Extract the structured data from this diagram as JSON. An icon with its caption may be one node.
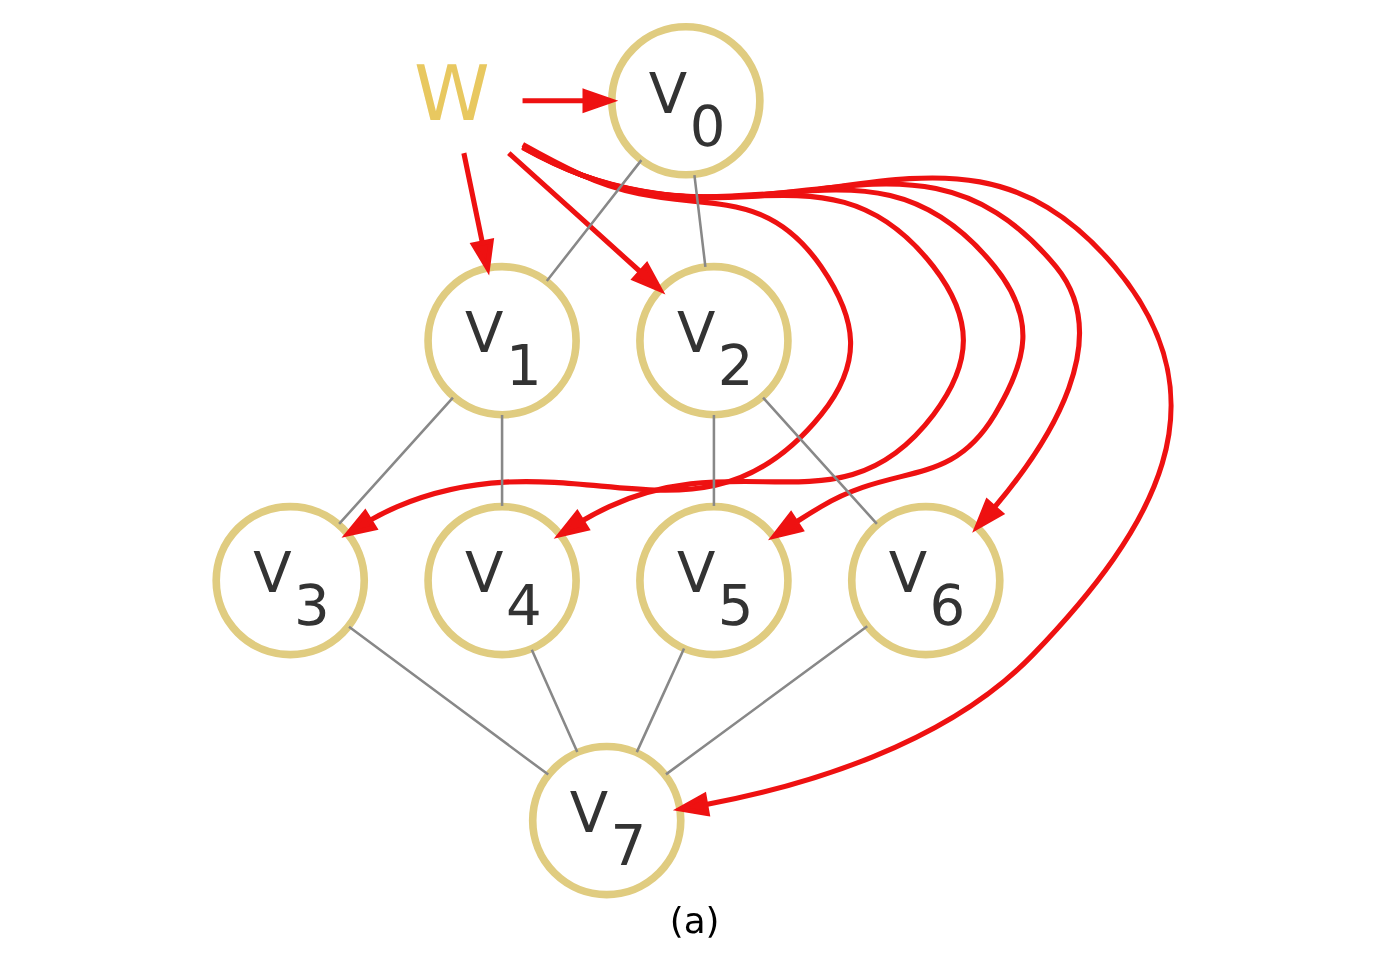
{
  "diagram": {
    "caption": "(a)",
    "nodes": [
      {
        "text": [
          "W"
        ]
      },
      {
        "text": [
          "V$_{0}$"
        ]
      },
      {
        "text": [
          "V$_{1}$"
        ]
      },
      {
        "text": [
          "V$_{2}$"
        ]
      },
      {
        "text": [
          "V$_{3}$"
        ]
      },
      {
        "text": [
          "V$_{4}$"
        ]
      },
      {
        "text": [
          "V$_{5}$"
        ]
      },
      {
        "text": [
          "V$_{6}$"
        ]
      },
      {
        "text": [
          "V$_{7}$"
        ]
      }
    ],
    "edges": [
      {
        "from": 0,
        "to": 1,
        "arrow": "to",
        "color": "#ee1111"
      },
      {
        "from": 0,
        "to": 3,
        "arrow": "to",
        "color": "#ee1111"
      },
      {
        "from": 0,
        "to": 2,
        "arrow": "to",
        "color": "#ee1111"
      },
      {
        "from": 0,
        "to": 6,
        "arrow": "to",
        "color": "#ee1111"
      },
      {
        "from": 0,
        "to": 7,
        "arrow": "to",
        "color": "#ee1111"
      },
      {
        "from": 0,
        "to": 5,
        "arrow": "to",
        "color": "#ee1111"
      },
      {
        "from": 0,
        "to": 4,
        "arrow": "to",
        "color": "#ee1111"
      },
      {
        "from": 0,
        "to": 8,
        "arrow": "to",
        "color": "#ee1111"
      },
      {
        "from": 1,
        "to": 2,
        "arrow": "none"
      },
      {
        "from": 1,
        "to": 3,
        "arrow": "none"
      },
      {
        "from": 2,
        "to": 4,
        "arrow": "none"
      },
      {
        "from": 2,
        "to": 5,
        "arrow": "none"
      },
      {
        "from": 3,
        "to": 6,
        "arrow": "none"
      },
      {
        "from": 3,
        "to": 7,
        "arrow": "none"
      },
      {
        "from": 4,
        "to": 8,
        "arrow": "none"
      },
      {
        "from": 5,
        "to": 8,
        "arrow": "none"
      },
      {
        "from": 6,
        "to": 8,
        "arrow": "none"
      },
      {
        "from": 7,
        "to": 8,
        "arrow": "none"
      }
    ]
  }
}
